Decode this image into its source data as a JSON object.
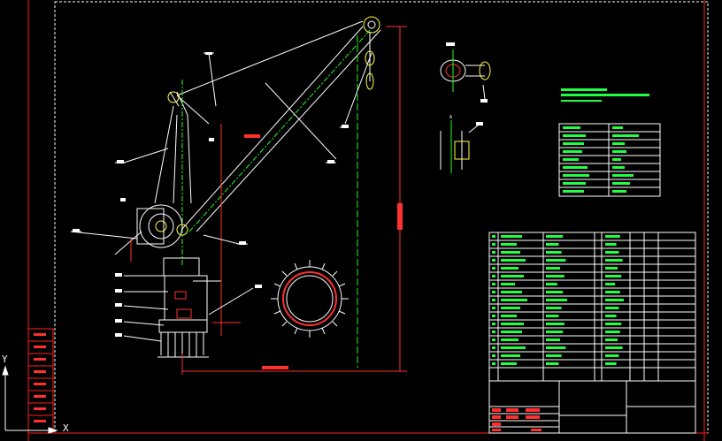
{
  "drawing": {
    "boom_label": "",
    "ucs_x": "X",
    "ucs_y": "Y",
    "section_marker": "A"
  },
  "colors": {
    "background": "#000000",
    "frame": "#ffffff",
    "border": "#ff2020",
    "geometry": "#ffffff",
    "centerline": "#20ff20",
    "dimension": "#ff3030",
    "text": "#20ff40",
    "highlight": "#ffff40"
  },
  "elements": [
    {
      "name": "crane-boom",
      "type": "drawing"
    },
    {
      "name": "crane-pedestal",
      "type": "drawing"
    },
    {
      "name": "slewing-ring-section",
      "type": "drawing"
    },
    {
      "name": "hook-block-detail",
      "type": "drawing"
    },
    {
      "name": "section-a-detail",
      "type": "drawing"
    },
    {
      "name": "spec-table",
      "type": "table"
    },
    {
      "name": "parts-list-table",
      "type": "table"
    },
    {
      "name": "title-block",
      "type": "table"
    }
  ]
}
